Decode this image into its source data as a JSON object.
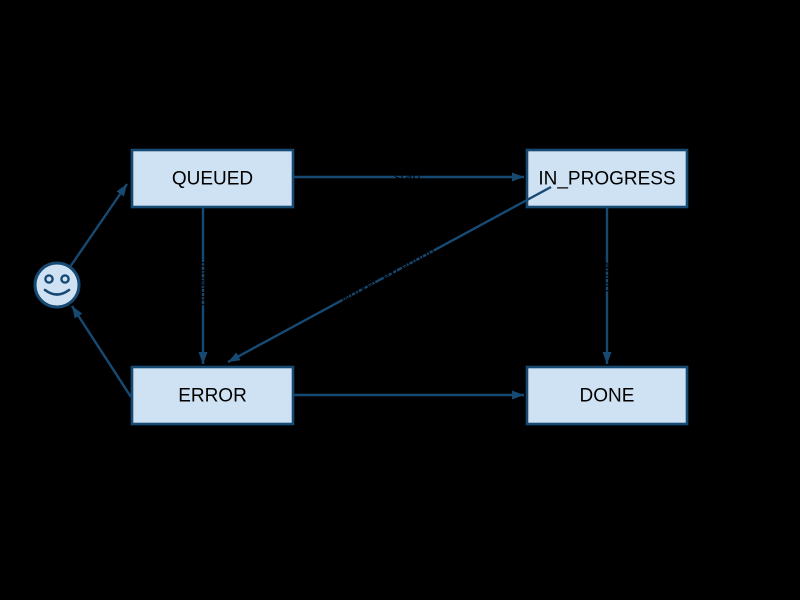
{
  "diagram": {
    "background_color": "#000000",
    "node_fill_color": "#cfe2f3",
    "line_color": "#174a73",
    "node_text_color": "#000000",
    "edge_label_color": "#000000",
    "nodes": [
      {
        "id": "start",
        "kind": "smiley-start-state",
        "label": ""
      },
      {
        "id": "queued",
        "label": "QUEUED"
      },
      {
        "id": "in_progress",
        "label": "IN_PROGRESS"
      },
      {
        "id": "error",
        "label": "ERROR"
      },
      {
        "id": "done",
        "label": "DONE"
      }
    ],
    "edges": [
      {
        "from": "start",
        "to": "queued",
        "label": ""
      },
      {
        "from": "queued",
        "to": "in_progress",
        "label": "start"
      },
      {
        "from": "queued",
        "to": "error",
        "label": "timeout"
      },
      {
        "from": "in_progress",
        "to": "error",
        "label": "worker_exception"
      },
      {
        "from": "in_progress",
        "to": "done",
        "label": "done"
      },
      {
        "from": "error",
        "to": "done",
        "label": ""
      },
      {
        "from": "error",
        "to": "start",
        "label": ""
      }
    ]
  }
}
